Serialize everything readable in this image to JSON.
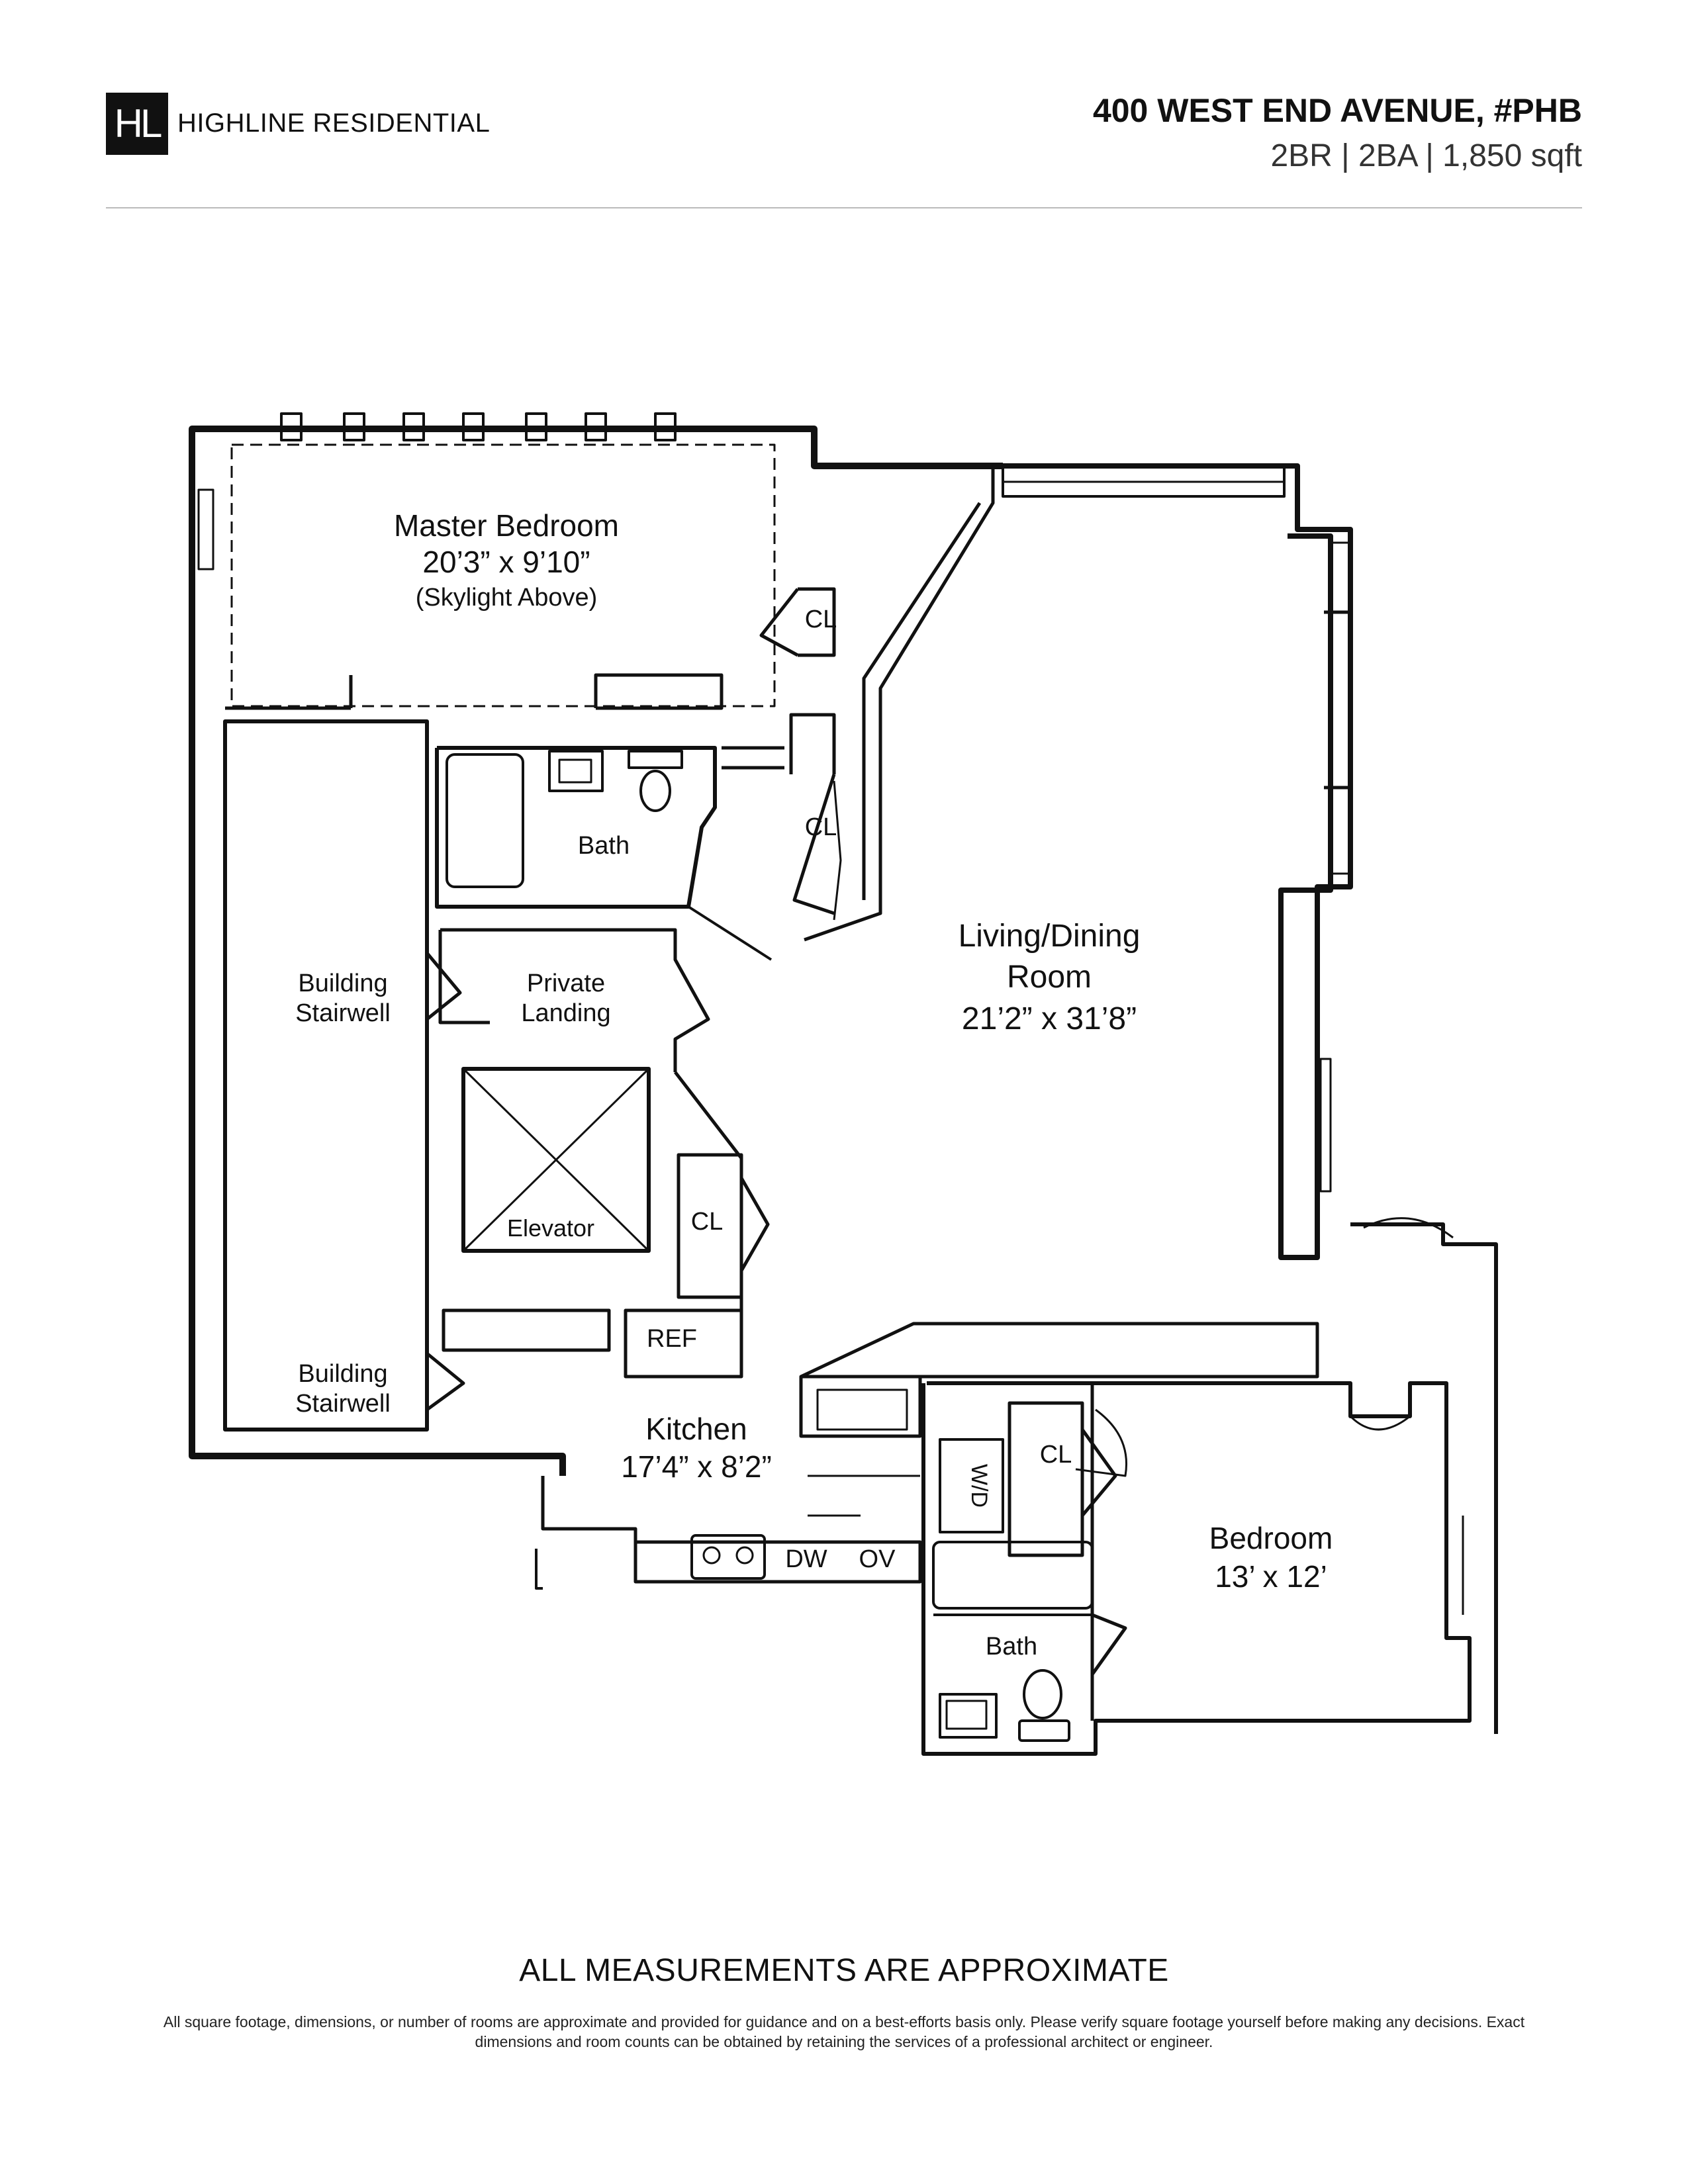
{
  "header": {
    "logo_text": "HL",
    "brand": "HIGHLINE RESIDENTIAL",
    "address": "400 WEST END AVENUE, #PHB",
    "specs": "2BR | 2BA | 1,850 sqft"
  },
  "rooms": {
    "master_bedroom": {
      "name": "Master Bedroom",
      "size": "20’3” x 9’10”",
      "note": "(Skylight Above)"
    },
    "master_closet": "CL",
    "master_bath": "Bath",
    "hall_closet": "CL",
    "living": {
      "line1": "Living/Dining",
      "line2": "Room",
      "size": "21’2” x 31’8”"
    },
    "stairwell_top": {
      "line1": "Building",
      "line2": "Stairwell"
    },
    "stairwell_bottom": {
      "line1": "Building",
      "line2": "Stairwell"
    },
    "landing": {
      "line1": "Private",
      "line2": "Landing"
    },
    "elevator": "Elevator",
    "elevator_closet": "CL",
    "ref": "REF",
    "kitchen": {
      "name": "Kitchen",
      "size": "17’4” x 8’2”"
    },
    "dw": "DW",
    "ov": "OV",
    "wd": "W/D",
    "bedroom_closet": "CL",
    "bedroom": {
      "name": "Bedroom",
      "size": "13’ x 12’"
    },
    "second_bath": "Bath"
  },
  "footer": {
    "title": "ALL MEASUREMENTS ARE APPROXIMATE",
    "disclaimer": "All square footage, dimensions, or number of rooms are approximate and provided for guidance and on a best-efforts basis only. Please verify square footage yourself before making any decisions. Exact dimensions and room counts can be obtained by retaining the services of a professional architect or engineer."
  }
}
